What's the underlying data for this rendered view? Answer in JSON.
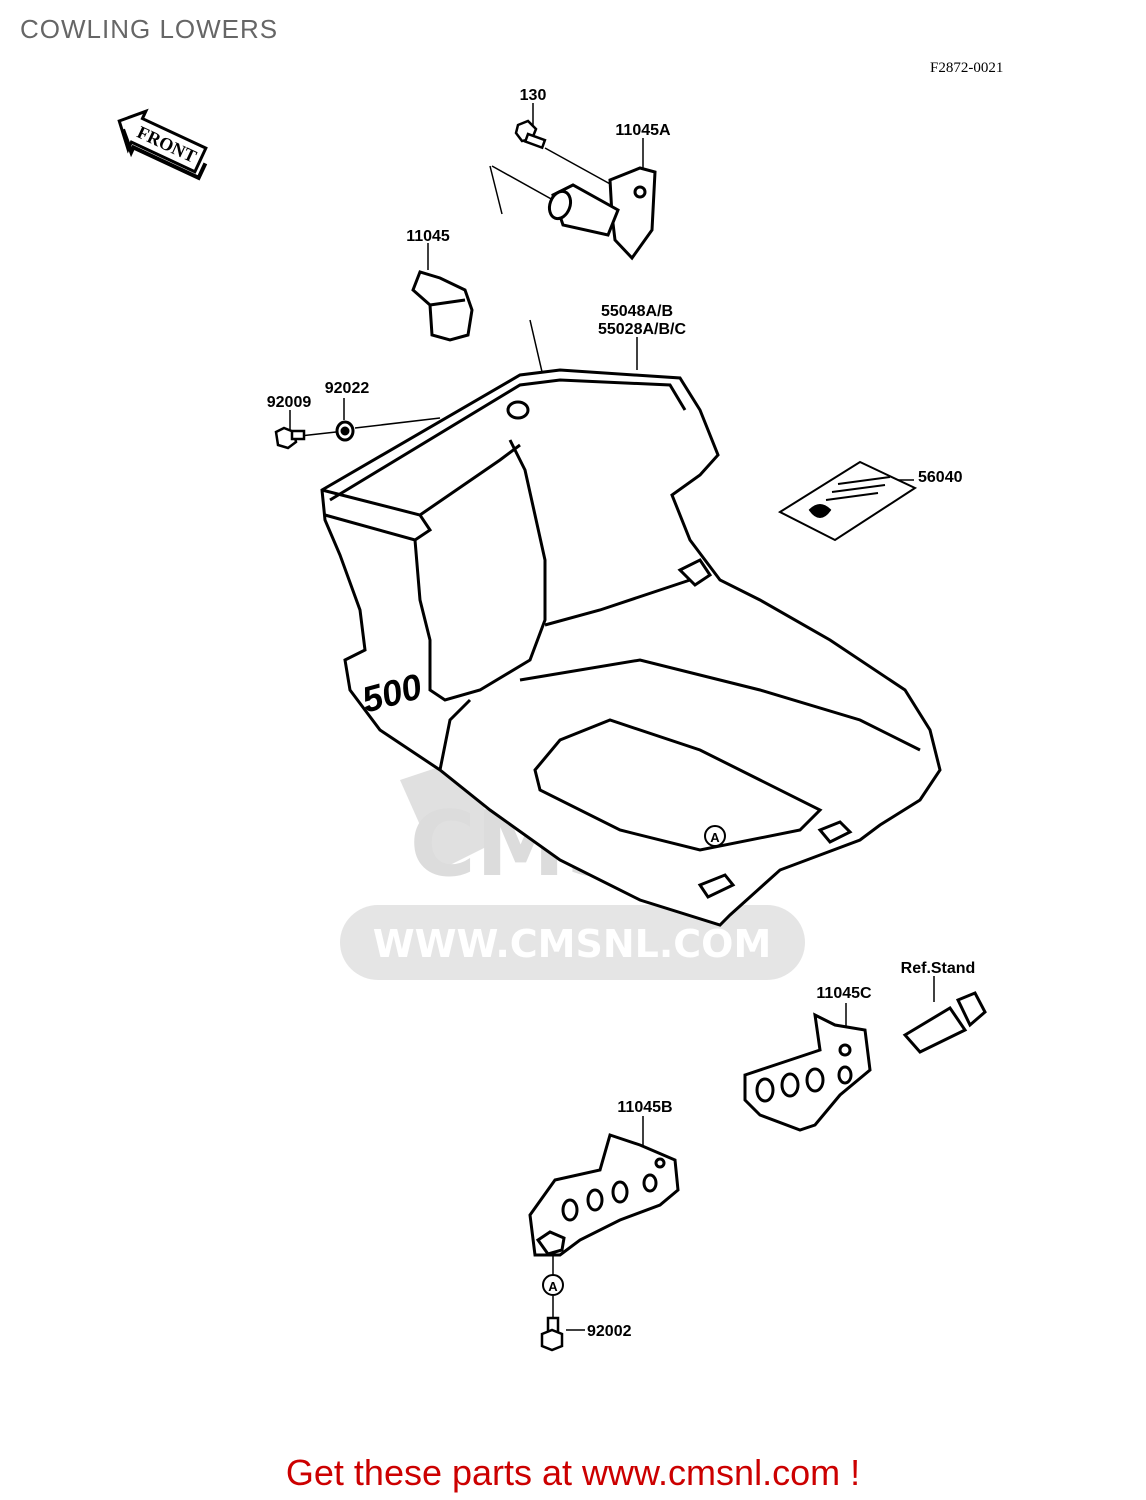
{
  "page": {
    "title": "COWLING LOWERS",
    "diagram_id": "F2872-0021",
    "footer": "Get these parts at www.cmsnl.com !"
  },
  "watermark": {
    "text": "WWW.CMSNL.COM",
    "logo": "CMS"
  },
  "front_arrow": {
    "label": "FRONT"
  },
  "cowling_marking": "500",
  "reference_marker": "A",
  "parts": [
    {
      "id": "130",
      "label": "130"
    },
    {
      "id": "11045A",
      "label": "11045A"
    },
    {
      "id": "11045",
      "label": "11045"
    },
    {
      "id": "55048A/B",
      "label": "55048A/B"
    },
    {
      "id": "55028A/B/C",
      "label": "55028A/B/C"
    },
    {
      "id": "92022",
      "label": "92022"
    },
    {
      "id": "92009",
      "label": "92009"
    },
    {
      "id": "56040",
      "label": "56040"
    },
    {
      "id": "Ref.Stand",
      "label": "Ref.Stand"
    },
    {
      "id": "11045C",
      "label": "11045C"
    },
    {
      "id": "11045B",
      "label": "11045B"
    },
    {
      "id": "92002",
      "label": "92002"
    }
  ],
  "colors": {
    "title": "#666666",
    "footer": "#cc0000",
    "line": "#000000",
    "watermark": "#d9d9d9"
  }
}
